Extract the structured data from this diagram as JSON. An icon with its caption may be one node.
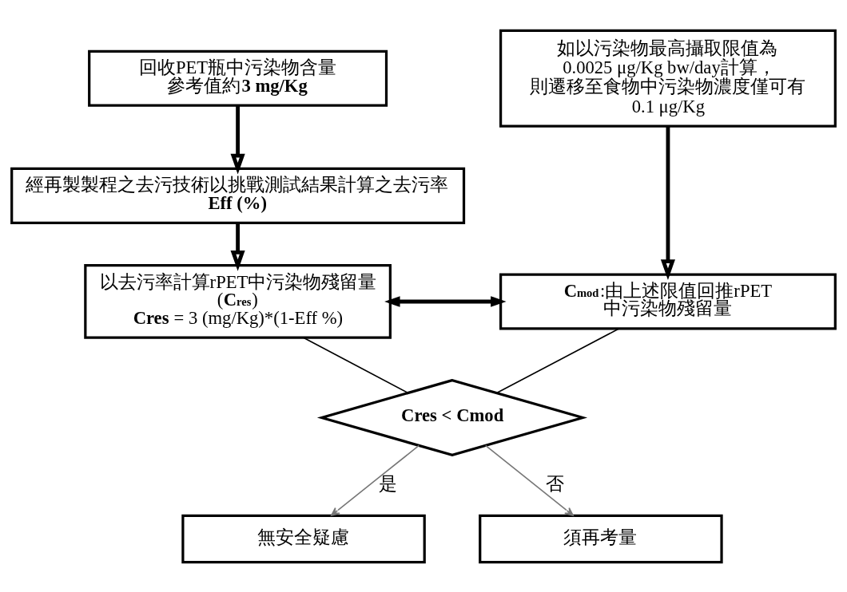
{
  "diagram": {
    "nodes": [
      {
        "text": [
          "回收PET瓶中污染物含量",
          "參考值約**3 mg/Kg**"
        ]
      },
      {
        "text": [
          "經再製製程之去污技術以挑戰測試結果計算之去污率",
          "**Eff (%)**"
        ]
      },
      {
        "text": [
          "以去污率計算rPET中污染物殘留量(**C$_{res}$**)",
          "**Cres** = 3 (mg/Kg)*(1-Eff %)"
        ]
      },
      {
        "text": [
          "如以污染物最高攝取限值為0.0025 μg/Kg bw/day計算，則遷移至食物中污染物濃度僅可有0.1 μg/Kg"
        ]
      },
      {
        "text": [
          "**C$_{mod}$**:由上述限值回推rPET中污染物殘留量"
        ]
      },
      {
        "text": [
          "**Cres < Cmod**"
        ]
      },
      {
        "text": [
          "無安全疑慮"
        ]
      },
      {
        "text": [
          "須再考量"
        ]
      }
    ],
    "edges": [
      {
        "from": 0,
        "to": 1,
        "arrow": "to",
        "style": "thick"
      },
      {
        "from": 1,
        "to": 2,
        "arrow": "to",
        "style": "thick"
      },
      {
        "from": 3,
        "to": 4,
        "arrow": "to",
        "style": "thick"
      },
      {
        "from": 2,
        "to": 4,
        "arrow": "both",
        "style": "thick"
      },
      {
        "from": 2,
        "to": 5,
        "arrow": "none"
      },
      {
        "from": 4,
        "to": 5,
        "arrow": "none"
      },
      {
        "from": 5,
        "to": 6,
        "arrow": "to",
        "label": "是",
        "color": "#777777"
      },
      {
        "from": 5,
        "to": 7,
        "arrow": "to",
        "label": "否",
        "color": "#777777"
      }
    ]
  }
}
